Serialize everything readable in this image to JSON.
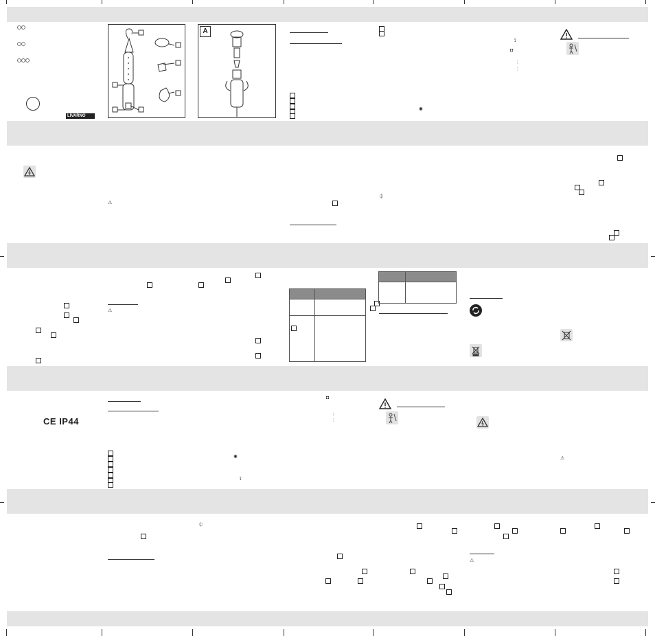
{
  "brand": {
    "logo_text": "LIVARNO"
  },
  "certification": {
    "ce_mark": "CE",
    "ip_rating": "IP44"
  },
  "figure": {
    "panel_label": "A"
  },
  "colors": {
    "band": "#e4e4e4",
    "table_header": "#8b8b8b",
    "line": "#333333"
  },
  "icons": [
    "warning-triangle-icon",
    "child-safety-icon",
    "recycling-icon",
    "crossed-bin-icon",
    "disposal-icon",
    "light-bulb-icon",
    "power-icon"
  ]
}
